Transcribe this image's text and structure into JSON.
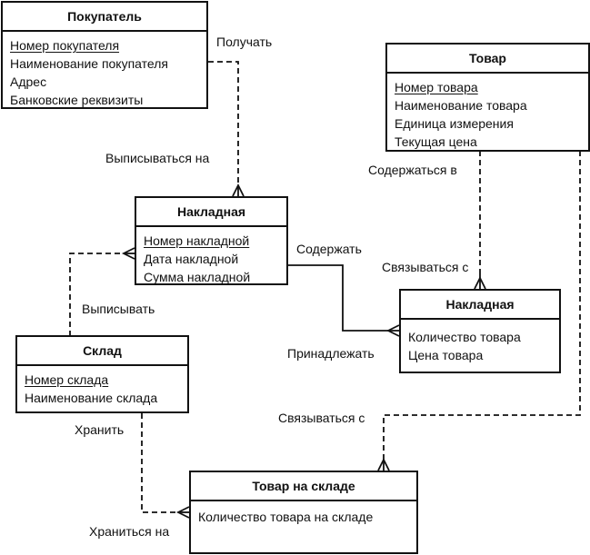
{
  "entities": {
    "buyer": {
      "title": "Покупатель",
      "attributes": [
        {
          "label": "Номер покупателя",
          "key": true
        },
        {
          "label": "Наименование покупателя",
          "key": false
        },
        {
          "label": "Адрес",
          "key": false
        },
        {
          "label": "Банковские реквизиты",
          "key": false
        }
      ]
    },
    "product": {
      "title": "Товар",
      "attributes": [
        {
          "label": "Номер товара",
          "key": true
        },
        {
          "label": "Наименование товара",
          "key": false
        },
        {
          "label": "Единица измерения",
          "key": false
        },
        {
          "label": "Текущая цена",
          "key": false
        }
      ]
    },
    "invoice": {
      "title": "Накладная",
      "attributes": [
        {
          "label": "Номер накладной",
          "key": true
        },
        {
          "label": "Дата накладной",
          "key": false
        },
        {
          "label": "Сумма накладной",
          "key": false
        }
      ]
    },
    "invoice_line": {
      "title": "Накладная",
      "attributes": [
        {
          "label": "Количество товара",
          "key": false
        },
        {
          "label": "Цена товара",
          "key": false
        }
      ]
    },
    "warehouse": {
      "title": "Склад",
      "attributes": [
        {
          "label": "Номер склада",
          "key": true
        },
        {
          "label": "Наименование склада",
          "key": false
        }
      ]
    },
    "stock": {
      "title": "Товар на складе",
      "attributes": [
        {
          "label": "Количество товара на складе",
          "key": false
        }
      ]
    }
  },
  "relationships": {
    "receive": "Получать",
    "issued_to": "Выписываться на",
    "contained_in": "Содержаться в",
    "linked_with_1": "Связываться с",
    "contain": "Содержать",
    "belong": "Принадлежать",
    "issue": "Выписывать",
    "store": "Хранить",
    "linked_with_2": "Связываться с",
    "stored_in": "Храниться на"
  }
}
